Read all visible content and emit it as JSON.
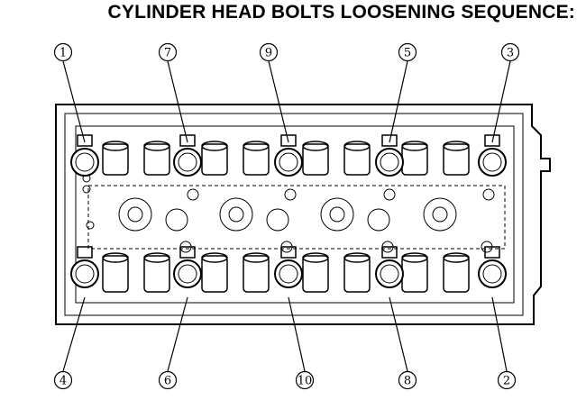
{
  "title": "CYLINDER HEAD BOLTS LOOSENING SEQUENCE:",
  "callouts_top": [
    "1",
    "7",
    "9",
    "5",
    "3"
  ],
  "callouts_bottom": [
    "4",
    "6",
    "10",
    "8",
    "2"
  ]
}
